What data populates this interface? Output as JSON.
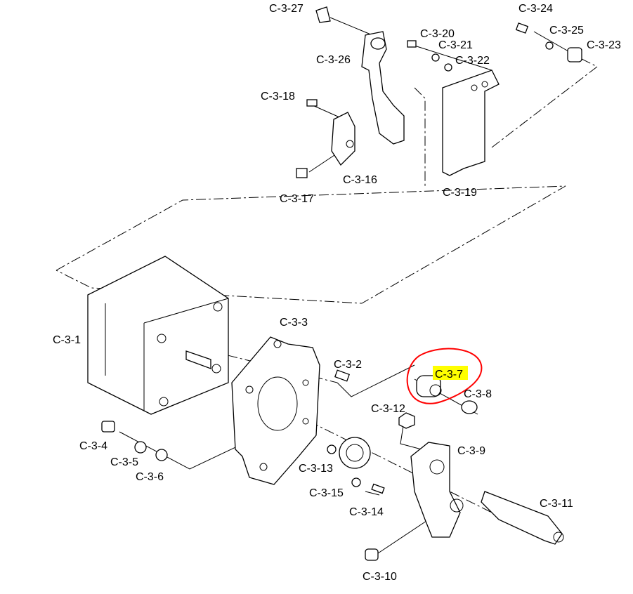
{
  "diagram": {
    "labels": {
      "c327": "C-3-27",
      "c324": "C-3-24",
      "c320": "C-3-20",
      "c325": "C-3-25",
      "c321": "C-3-21",
      "c323": "C-3-23",
      "c326": "C-3-26",
      "c322": "C-3-22",
      "c318": "C-3-18",
      "c316": "C-3-16",
      "c319": "C-3-19",
      "c317": "C-3-17",
      "c33": "C-3-3",
      "c31": "C-3-1",
      "c32": "C-3-2",
      "c37": "C-3-7",
      "c38": "C-3-8",
      "c312": "C-3-12",
      "c39": "C-3-9",
      "c34": "C-3-4",
      "c35": "C-3-5",
      "c313": "C-3-13",
      "c36": "C-3-6",
      "c315": "C-3-15",
      "c311": "C-3-11",
      "c314": "C-3-14",
      "c310": "C-3-10"
    },
    "highlight": {
      "label": "C-3-7",
      "marker_color": "#ff0000",
      "highlight_color": "#ffff00"
    }
  }
}
